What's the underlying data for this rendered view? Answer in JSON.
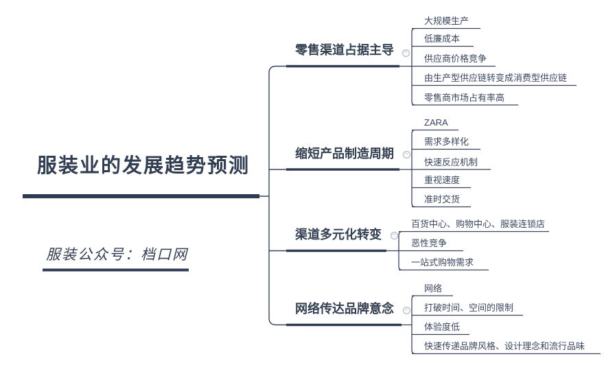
{
  "central": {
    "title": "服装业的发展趋势预测"
  },
  "watermark": {
    "text": "服装公众号：档口网"
  },
  "branches": [
    {
      "label": "零售渠道占据主导",
      "children": [
        "大规模生产",
        "低廉成本",
        "供应商价格竞争",
        "由生产型供应链转变成消费型供应链",
        "零售商市场占有率高"
      ]
    },
    {
      "label": "缩短产品制造周期",
      "children": [
        "ZARA",
        "需求多样化",
        "快速反应机制",
        "重视速度",
        "准时交货"
      ]
    },
    {
      "label": "渠道多元化转变",
      "children": [
        "百货中心、购物中心、服装连锁店",
        "恶性竞争",
        "一站式购物需求"
      ]
    },
    {
      "label": "网络传达品牌意念",
      "children": [
        "网络",
        "打破时间、空间的限制",
        "体验度低",
        "快速传递品牌风格、设计理念和流行品味"
      ]
    }
  ],
  "icons": {
    "collapse_glyph": "−"
  },
  "colors": {
    "text": "#333f50",
    "child_text": "#3a465f",
    "line": "#323d54",
    "collapse": "#a9b3c6",
    "background": "#ffffff"
  }
}
